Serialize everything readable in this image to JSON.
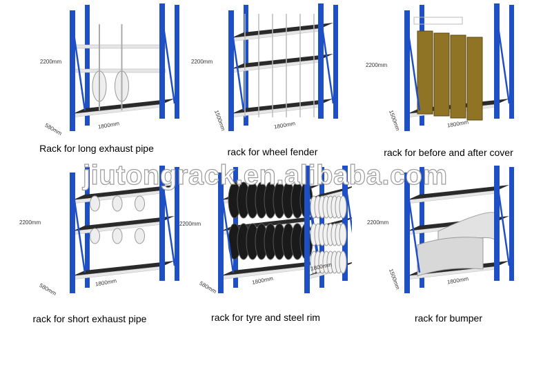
{
  "watermark": "jiutongrack.en.alibaba.com",
  "colors": {
    "upright": "#1f4fc4",
    "shelf": "#2a2a2a",
    "beam": "#e6e6e6"
  },
  "panels": [
    {
      "caption": "Rack for long exhaust pipe",
      "height": "2200mm",
      "depth": "580mm",
      "width": "1800mm",
      "content": "long-exhaust-pipe"
    },
    {
      "caption": "rack for wheel fender",
      "height": "2200mm",
      "depth": "1500mm",
      "width": "1800mm",
      "content": "wheel-fender"
    },
    {
      "caption": "rack for before and after cover",
      "height": "2200mm",
      "depth": "1500mm",
      "width": "1800mm",
      "content": "cover-panels"
    },
    {
      "caption": "rack for short exhaust pipe",
      "height": "2200mm",
      "depth": "580mm",
      "width": "1800mm",
      "content": "short-exhaust-pipe"
    },
    {
      "caption": "rack for tyre and steel rim",
      "height": "2200mm",
      "depth": "580mm",
      "width": "1800mm",
      "width2": "1800mm",
      "content": "tyres-and-rims"
    },
    {
      "caption": "rack for bumper",
      "height": "2200mm",
      "depth": "1500mm",
      "width": "1800mm",
      "content": "bumpers"
    }
  ]
}
